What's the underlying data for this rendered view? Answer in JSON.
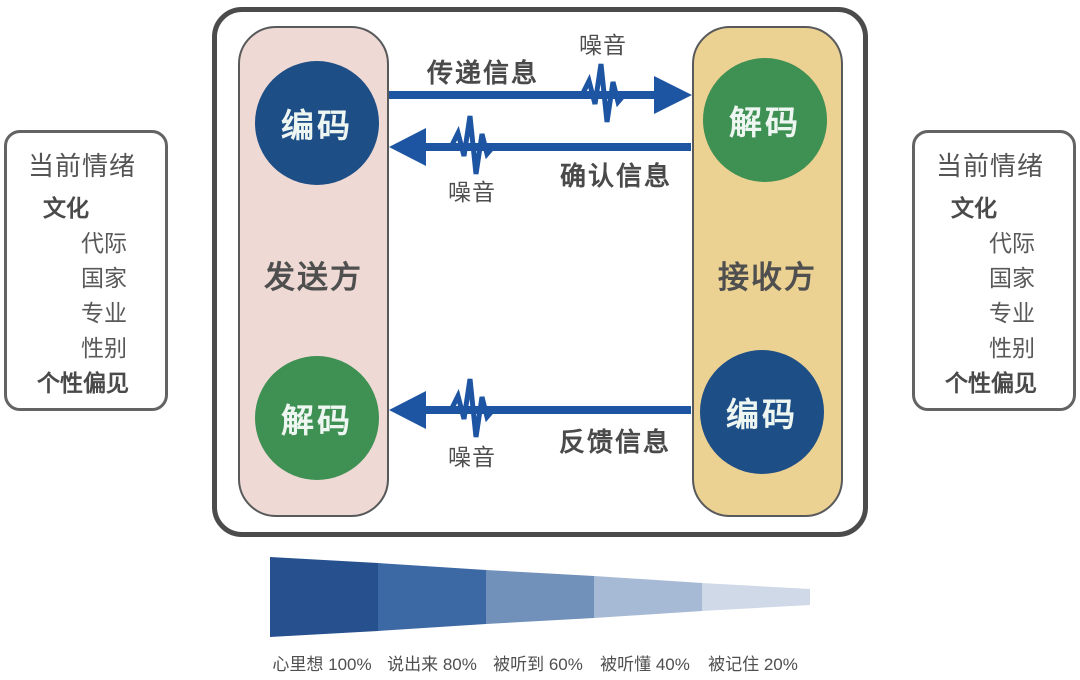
{
  "colors": {
    "arrow": "#1d55a3",
    "encode_circle": "#1d4e86",
    "decode_circle": "#3e9053",
    "sender_panel": "#eed9d5",
    "receiver_panel": "#ebd192",
    "frame_border": "#4b4b4b",
    "text_gray": "#4f4f4f"
  },
  "sender": {
    "label": "发送方",
    "top_circle": "编码",
    "bottom_circle": "解码"
  },
  "receiver": {
    "label": "接收方",
    "top_circle": "解码",
    "bottom_circle": "编码"
  },
  "arrows": {
    "transmit": {
      "label": "传递信息",
      "noise_label": "噪音",
      "direction": "right"
    },
    "confirm": {
      "label": "确认信息",
      "noise_label": "噪音",
      "direction": "left"
    },
    "feedback": {
      "label": "反馈信息",
      "noise_label": "噪音",
      "direction": "left"
    }
  },
  "context_panel": {
    "title": "当前情绪",
    "items": [
      {
        "text": "文化",
        "bold": true
      },
      {
        "text": "代际",
        "bold": false
      },
      {
        "text": "国家",
        "bold": false
      },
      {
        "text": "专业",
        "bold": false
      },
      {
        "text": "性别",
        "bold": false
      },
      {
        "text": "个性偏见",
        "bold": true
      }
    ]
  },
  "chart_data": {
    "type": "funnel",
    "orientation": "horizontal, tapering right",
    "legend_position": "below",
    "segments": [
      {
        "label": "心里想 100%",
        "value": 100,
        "color": "#27508e"
      },
      {
        "label": "说出来 80%",
        "value": 80,
        "color": "#3c68a3"
      },
      {
        "label": "被听到 60%",
        "value": 60,
        "color": "#7191bb"
      },
      {
        "label": "被听懂 40%",
        "value": 40,
        "color": "#a6b9d5"
      },
      {
        "label": "被记住 20%",
        "value": 20,
        "color": "#cfd9e7"
      }
    ]
  }
}
